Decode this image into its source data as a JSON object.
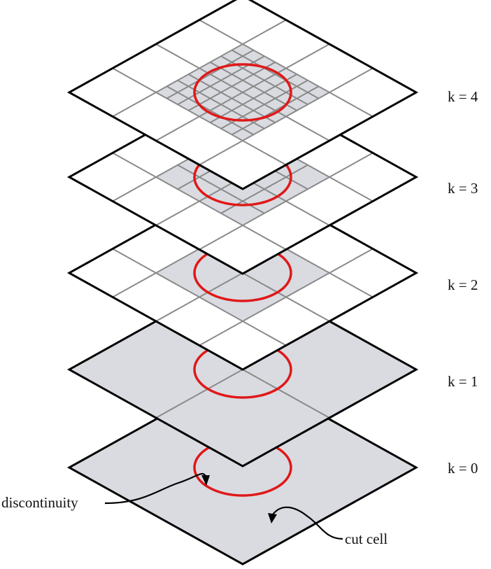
{
  "levels": [
    {
      "label": "k = 0",
      "refinement": 0
    },
    {
      "label": "k = 1",
      "refinement": 1
    },
    {
      "label": "k = 2",
      "refinement": 2
    },
    {
      "label": "k = 3",
      "refinement": 3
    },
    {
      "label": "k = 4",
      "refinement": 4
    }
  ],
  "annotations": {
    "discontinuity": "discontinuity",
    "cut_cell": "cut cell"
  },
  "colors": {
    "plane_fill": "#ffffff",
    "refined_fill": "#d9dbe0",
    "grid_line": "#8a8a8a",
    "outline": "#000000",
    "circle": "#e01818"
  }
}
